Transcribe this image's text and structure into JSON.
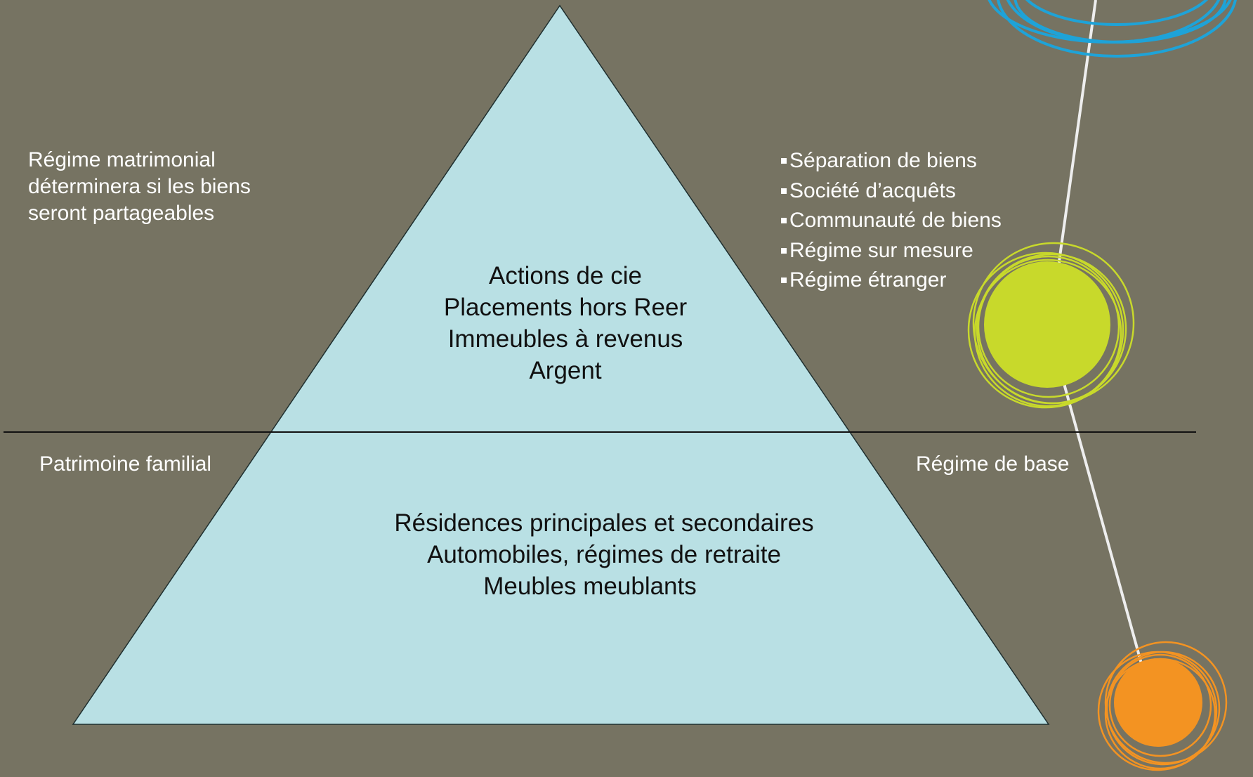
{
  "left_note": {
    "lines": [
      "Régime matrimonial",
      "déterminera si les biens",
      "seront partageables"
    ]
  },
  "regimes": {
    "items": [
      "Séparation de biens",
      "Société d’acquêts",
      "Communauté de biens",
      "Régime sur mesure",
      "Régime étranger"
    ]
  },
  "labels": {
    "patrimoine": "Patrimoine familial",
    "base": "Régime de base"
  },
  "pyramid": {
    "fill": "#b9e0e4",
    "top_lines": [
      "Actions de cie",
      "Placements hors Reer",
      "Immeubles à revenus",
      "Argent"
    ],
    "bottom_lines": [
      "Résidences principales et secondaires",
      "Automobiles, régimes de retraite",
      "Meubles meublants"
    ]
  },
  "colors": {
    "background": "#767362",
    "blue_circles": "#1ea3d8",
    "green_circle": "#c8d92b",
    "orange_circle": "#f39322"
  }
}
